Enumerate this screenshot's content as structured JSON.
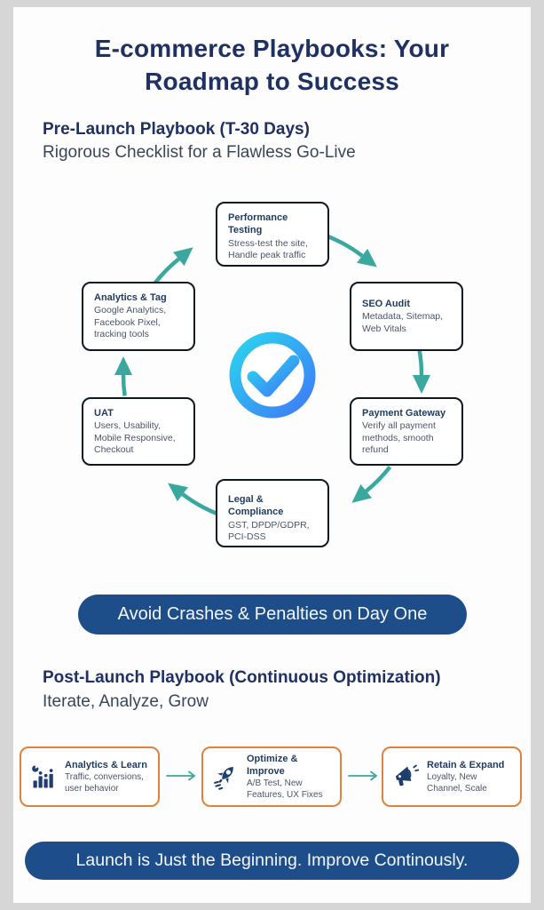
{
  "page": {
    "title_line1": "E-commerce Playbooks: Your",
    "title_line2": "Roadmap to Success"
  },
  "pre_launch": {
    "heading": "Pre-Launch Playbook (T-30 Days)",
    "subheading": "Rigorous Checklist for a Flawless Go-Live",
    "cycle": [
      {
        "title": "Performance Testing",
        "desc": "Stress-test the site, Handle peak traffic"
      },
      {
        "title": "SEO Audit",
        "desc": "Metadata, Sitemap, Web Vitals"
      },
      {
        "title": "Payment Gateway",
        "desc": "Verify all payment methods, smooth refund"
      },
      {
        "title": "Legal & Compliance",
        "desc": "GST, DPDP/GDPR, PCI-DSS"
      },
      {
        "title": "UAT",
        "desc": "Users, Usability, Mobile Responsive, Checkout"
      },
      {
        "title": "Analytics & Tag",
        "desc": "Google Analytics, Facebook Pixel, tracking tools"
      }
    ],
    "center_icon": "check-circle-icon",
    "banner": "Avoid Crashes & Penalties on Day One"
  },
  "post_launch": {
    "heading": "Post-Launch Playbook (Continuous Optimization)",
    "subheading": "Iterate, Analyze, Grow",
    "steps": [
      {
        "icon": "bar-chart-icon",
        "title": "Analytics & Learn",
        "desc": "Traffic, conversions, user behavior"
      },
      {
        "icon": "rocket-icon",
        "title": "Optimize & Improve",
        "desc": "A/B Test, New Features, UX Fixes"
      },
      {
        "icon": "megaphone-icon",
        "title": "Retain & Expand",
        "desc": "Loyalty, New Channel, Scale"
      }
    ],
    "banner": "Launch is Just the Beginning. Improve Continously."
  },
  "colors": {
    "heading_navy": "#1f3163",
    "body_gray": "#4a5568",
    "teal_arrow": "#3aa89e",
    "banner_blue": "#1e4e8a",
    "step_border_orange": "#e0813c",
    "icon_navy": "#1e3e70",
    "center_gradient_start": "#2bd4f0",
    "center_gradient_end": "#3e7bf7",
    "frame_gray": "#d6d6d6",
    "card_white": "#fdfdfd",
    "box_border_black": "#0f1724"
  }
}
